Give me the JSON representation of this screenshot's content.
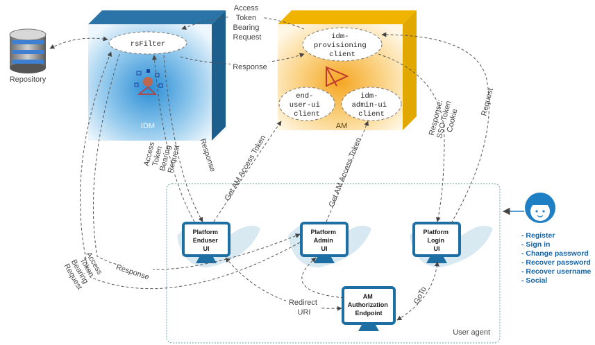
{
  "repository": {
    "label": "Repository"
  },
  "idm": {
    "label": "IDM",
    "rsfilter": "rsFilter"
  },
  "am": {
    "label": "AM",
    "provisioning_client": [
      "idm-",
      "provisioning",
      "client"
    ],
    "enduser_client": [
      "end-",
      "user-ui",
      "client"
    ],
    "admin_client": [
      "idm-",
      "admin-ui",
      "client"
    ]
  },
  "arrows": {
    "access_token_top": [
      "Access",
      "Token",
      "Bearing",
      "Request"
    ],
    "response_mid": "Response",
    "request_right": "Request",
    "response_sso": [
      "Response:",
      "SSO Token",
      "Cookie"
    ],
    "access_token_idm": [
      "Access",
      "Token",
      "Bearing",
      "Request"
    ],
    "response_idm": "Response",
    "get_am_token_1": "Get AM Access Token",
    "get_am_token_2": "Get AM Access Token",
    "access_token_left": [
      "Access",
      "Token",
      "Bearing",
      "Request"
    ],
    "response_left": "Response",
    "redirect_uri": [
      "Redirect",
      "URI"
    ],
    "goto": "GoTo"
  },
  "user_agent": {
    "label": "User agent",
    "enduser_ui": [
      "Platform",
      "Enduser",
      "UI"
    ],
    "admin_ui": [
      "Platform",
      "Admin",
      "UI"
    ],
    "login_ui": [
      "Platform",
      "Login",
      "UI"
    ],
    "authz_endpoint": [
      "AM",
      "Authorization",
      "Endpoint"
    ]
  },
  "user_actions": [
    "- Register",
    "- Sign in",
    "- Change password",
    "- Recover password",
    "- Recover username",
    "- Social"
  ],
  "colors": {
    "idm_side": "#1d5f8c",
    "idm_face": "#4aa8e0",
    "am_side": "#e0a800",
    "am_face": "#f7b733",
    "screen": "#1d6fa3",
    "user_icon": "#1e7fc4",
    "container_border": "#5fa3a3"
  }
}
